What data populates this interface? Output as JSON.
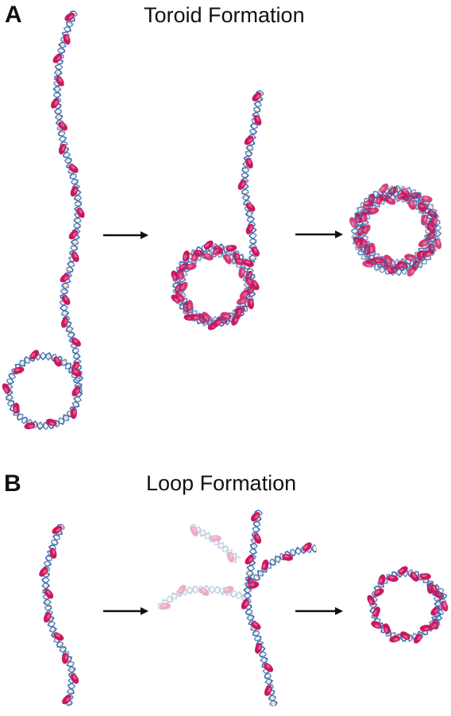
{
  "panels": [
    {
      "letter": "A",
      "title": "Toroid Formation"
    },
    {
      "letter": "B",
      "title": "Loop Formation"
    }
  ],
  "colors": {
    "strand_blue": "#3a6fb5",
    "strand_gold": "#d9a53c",
    "bead_magenta": "#c9185f",
    "bead_highlight": "#f07aa6",
    "arrow": "#111111"
  },
  "icons": {
    "arrow": "right-arrow-icon",
    "dna": "dna-helix-with-nucleosomes"
  }
}
